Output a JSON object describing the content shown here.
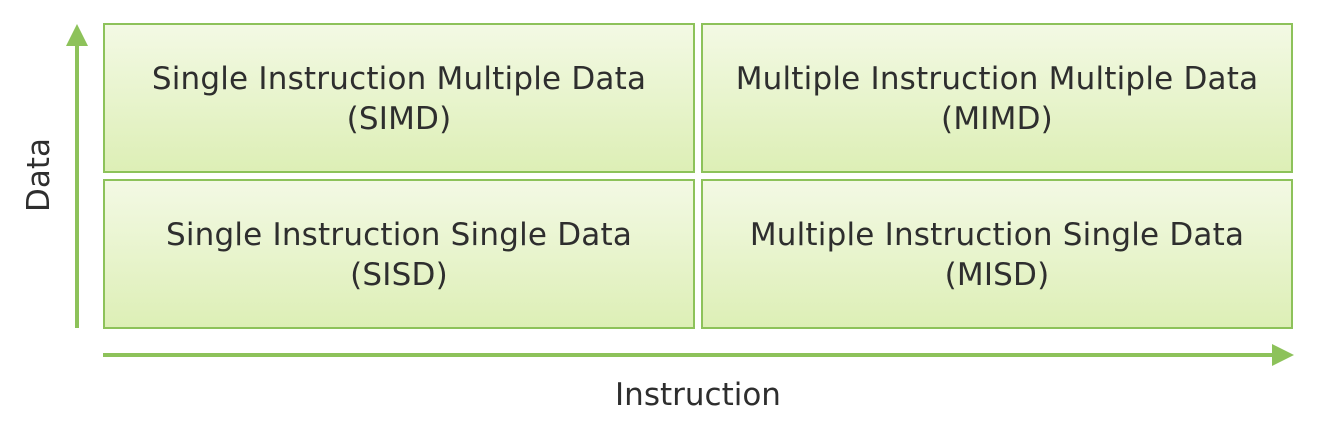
{
  "quadrants": {
    "simd": {
      "title": "Single Instruction Multiple Data",
      "abbr": "(SIMD)"
    },
    "mimd": {
      "title": "Multiple Instruction Multiple Data",
      "abbr": "(MIMD)"
    },
    "sisd": {
      "title": "Single Instruction Single Data",
      "abbr": "(SISD)"
    },
    "misd": {
      "title": "Multiple Instruction Single Data",
      "abbr": "(MISD)"
    }
  },
  "axes": {
    "x_label": "Instruction",
    "y_label": "Data"
  },
  "colors": {
    "border": "#8dc25a",
    "fill_top": "#f3f9e4",
    "fill_bottom": "#ddefb6",
    "arrow": "#8dc25a",
    "text": "#2e2e2e"
  }
}
